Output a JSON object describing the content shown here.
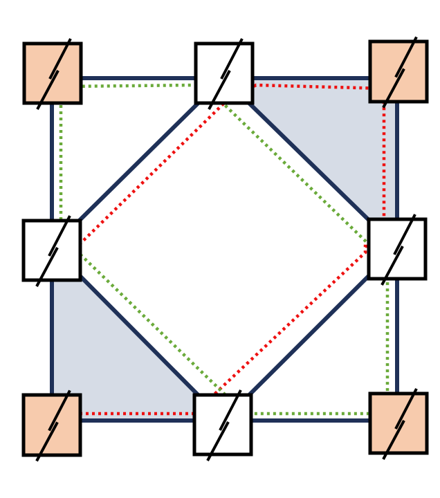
{
  "colors": {
    "background": "#ffffff",
    "outline": "#1f3158",
    "shaded_region": "#d6dce6",
    "red_dotted": "#ee1111",
    "green_dotted": "#6aaa3a",
    "orange_box": "#f7cbad",
    "white_box": "#ffffff",
    "box_border": "#000000",
    "slash": "#000000"
  },
  "nodes": [
    {
      "id": "top-left",
      "fill": "orange"
    },
    {
      "id": "top-middle",
      "fill": "white"
    },
    {
      "id": "top-right",
      "fill": "orange"
    },
    {
      "id": "middle-left",
      "fill": "white"
    },
    {
      "id": "middle-right",
      "fill": "white"
    },
    {
      "id": "bottom-left",
      "fill": "orange"
    },
    {
      "id": "bottom-middle",
      "fill": "white"
    },
    {
      "id": "bottom-right",
      "fill": "orange"
    }
  ]
}
